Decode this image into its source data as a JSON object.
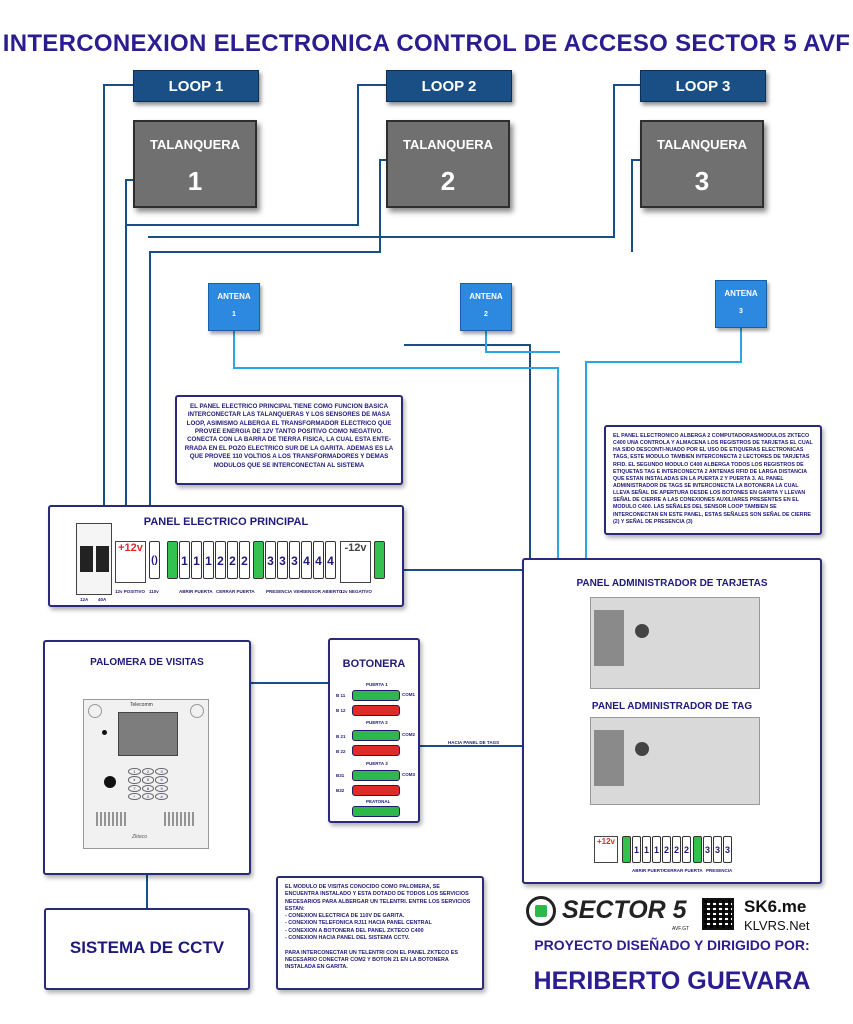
{
  "title": "INTERCONEXION ELECTRONICA CONTROL DE ACCESO SECTOR 5 AVF",
  "loops": [
    {
      "label": "LOOP 1"
    },
    {
      "label": "LOOP 2"
    },
    {
      "label": "LOOP 3"
    }
  ],
  "gates": [
    {
      "label": "TALANQUERA",
      "number": "1"
    },
    {
      "label": "TALANQUERA",
      "number": "2"
    },
    {
      "label": "TALANQUERA",
      "number": "3"
    }
  ],
  "antennas": [
    {
      "label": "ANTENA",
      "number": "1"
    },
    {
      "label": "ANTENA",
      "number": "2"
    },
    {
      "label": "ANTENA",
      "number": "3"
    }
  ],
  "note_panel_electrico": "EL PANEL ELECTRICO PRINCIPAL TIENE COMO FUNCION BASICA INTERCONECTAR LAS TALANQUERAS Y LOS SENSORES DE MASA LOOP, ASIMISMO ALBERGA EL TRANSFORMADOR ELECTRICO QUE PROVEE ENERGIA DE 12V TANTO POSITIVO COMO NEGATIVO. CONECTA CON LA BARRA DE TIERRA FISICA, LA CUAL ESTA ENTE-RRADA EN EL POZO ELECTRICO SUR DE LA GARITA. ADEMAS ES LA QUE PROVEE 110 VOLTIOS A LOS TRANSFORMADORES Y DEMAS MODULOS QUE SE INTERCONECTAN AL SISTEMA",
  "note_panel_electronico": "EL PANEL ELECTRONICO ALBERGA 2 COMPUTADORAS/MODULOS ZKTECO C400 UNA CONTROLA Y ALMACENA LOS REGISTROS DE TARJETAS EL CUAL HA SIDO DESCONTI-NUADO POR EL USO DE ETIQUERAS ELECTRONICAS TAGS, ESTE MODULO TAMBIEN INTERCONECTA 2 LECTORES DE TARJETAS RFID. EL SEGUNDO MODULO C400 ALBERGA TODOS LOS REGISTROS DE ETIQUETAS TAG E INTERCONECTA 2 ANTENAS RFID DE LARGA DISTANCIA QUE ESTAN INSTALADAS EN LA PUERTA 2 Y PUERTA 3. AL PANEL ADMINISTRADOR DE TAGS SE INTERCONECTA LA BOTONERA LA CUAL LLEVA SEÑAL DE APERTURA DESDE LOS BOTONES EN GARITA Y LLEVAN SEÑAL DE CIERRE A LAS CONEXIONES AUXILIARES PRESENTES EN EL MODULO C400. LAS SEÑALES DEL SENSOR LOOP TAMBIEN SE INTERCONECTAN EN ESTE PANEL, ESTAS SEÑALES SON SEÑAL DE CIERRE (2) Y SEÑAL DE PRESENCIA (3)",
  "panel_electrico": {
    "title": "PANEL ELECTRICO PRINCIPAL",
    "breaker_labels": [
      "12A",
      "40A"
    ],
    "positive_label": "+12v",
    "negative_label": "-12v",
    "terminal_numbers": [
      "1",
      "1",
      "1",
      "2",
      "2",
      "2",
      "3",
      "3",
      "3",
      "4",
      "4",
      "4"
    ],
    "group_labels": [
      "12v POSITIVO",
      "110v",
      "ABRIR PUERTA",
      "CERRAR PUERTA",
      "PRESENCIA VEH",
      "SENSOR ABIERTO",
      "12v NEGATIVO"
    ]
  },
  "palomera": {
    "title": "PALOMERA DE VISITAS",
    "brand": "Telecomm",
    "keypad": [
      "1",
      "2",
      "3",
      "4",
      "5",
      "6",
      "7",
      "8",
      "9",
      "*",
      "0",
      "#"
    ],
    "footer_brand": "Zkteco"
  },
  "botonera": {
    "title": "BOTONERA",
    "groups": [
      {
        "label": "PUERTA 1",
        "buttons": [
          "B 11",
          "B 12"
        ],
        "com": "COM1"
      },
      {
        "label": "PUERTA 2",
        "buttons": [
          "B 21",
          "B 22"
        ],
        "com": "COM2"
      },
      {
        "label": "PUERTA 3",
        "buttons": [
          "B31",
          "B32"
        ],
        "com": "COM3"
      }
    ],
    "peatonal": "PEATONAL"
  },
  "link_label": "HACIA PANEL DE TAGS",
  "panel_tarjetas": {
    "title": "PANEL ADMINISTRADOR DE TARJETAS"
  },
  "panel_tag": {
    "title": "PANEL ADMINISTRADOR DE TAG",
    "positive_label": "+12v",
    "terminal_numbers": [
      "1",
      "1",
      "1",
      "2",
      "2",
      "2",
      "3",
      "3",
      "3"
    ],
    "group_labels": [
      "ABRIR PUERTA",
      "CERRAR PUERTA",
      "PRESENCIA"
    ]
  },
  "note_palomera": "EL MODULO DE VISITAS CONOCIDO COMO PALOMERA, SE ENCUENTRA INSTALADO Y ESTA DOTADO DE TODOS LOS SERVICIOS NECESARIOS PARA ALBERGAR UN TELENTRI. ENTRE LOS SERVICIOS ESTAN:\n- CONEXION ELECTRICA DE 110V DE GARITA.\n- CONEXION TELEFONICA RJ11 HACIA PANEL CENTRAL\n- CONEXION A BOTONERA DEL PANEL ZKTECO C400\n- CONEXION HACIA PANEL DEL SISTEMA CCTV.\n\nPARA INTERCONECTAR UN TELENTRI CON EL PANEL ZKTECO ES NECESARIO CONECTAR COM2 Y BOTON 21 EN LA BOTONERA INSTALADA EN GARITA.",
  "cctv": {
    "label": "SISTEMA DE CCTV"
  },
  "brand": {
    "logo_text": "SECTOR 5",
    "logo_sub": "AVF.GT",
    "site": "SK6.me",
    "site2": "KLVRS.Net",
    "credit": "PROYECTO DISEÑADO Y DIRIGIDO POR:",
    "author": "HERIBERTO GUEVARA"
  },
  "colors": {
    "title": "#2b1d8f",
    "loop": "#1a4f86",
    "gate": "#707070",
    "antenna": "#2d89e0",
    "wire": "#1a4f86",
    "antenna_wire": "#2aa6e8",
    "terminal_green": "#33c24f",
    "button_red": "#e02a2a",
    "button_green": "#2fb84a"
  }
}
